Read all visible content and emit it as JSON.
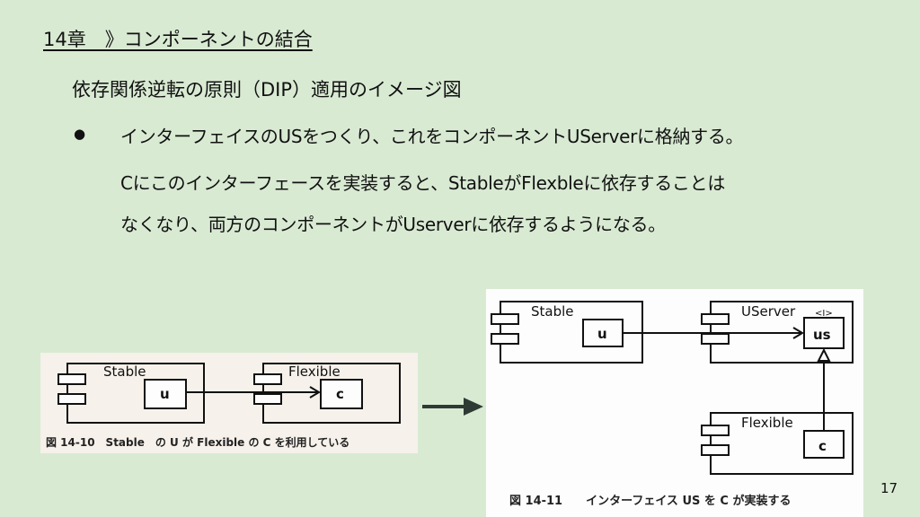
{
  "slide": {
    "heading": "14章　》コンポーネントの結合",
    "subtitle": "依存関係逆転の原則（DIP）適用のイメージ図",
    "bullet_symbol": "●",
    "bullet_lines": [
      "インターフェイスのUSをつくり、これをコンポーネントUServerに格納する。",
      "Cにこのインターフェースを実装すると、StableがFlexbleに依存することは",
      "なくなり、両方のコンポーネントがUserverに依存するようになる。"
    ],
    "page_number": "17"
  },
  "figure1": {
    "component_stable": "Stable",
    "class_u": "u",
    "component_flexible": "Flexible",
    "class_c": "c",
    "caption": "図 14-10　Stable　の U が Flexible の C を利用している"
  },
  "figure2": {
    "component_stable": "Stable",
    "class_u": "u",
    "component_userver": "UServer",
    "stereotype": "<I>",
    "class_us": "us",
    "component_flexible": "Flexible",
    "class_c": "c",
    "caption": "図 14-11　　インターフェイス US を C が実装する"
  },
  "colors": {
    "background": "#d9ead3",
    "figure_bg": "#fdfdfd",
    "arrow": "#2e3b34"
  }
}
